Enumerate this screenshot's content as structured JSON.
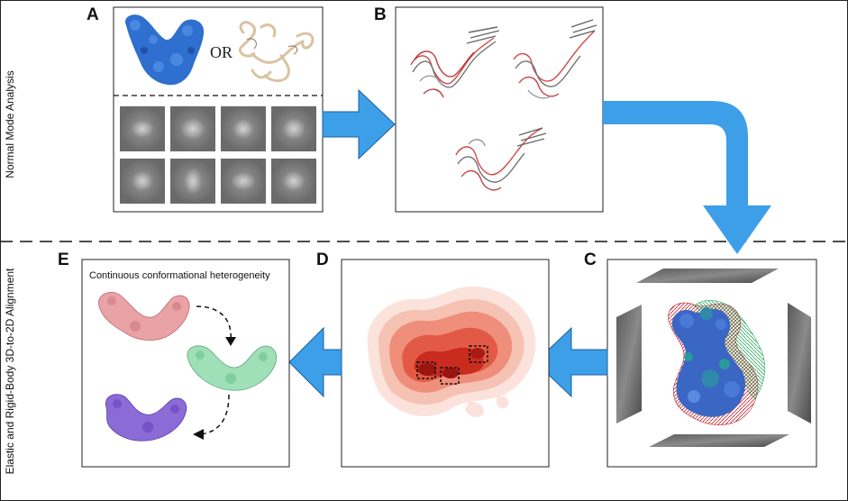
{
  "panels": {
    "a": {
      "letter": "A",
      "or_text": "OR"
    },
    "b": {
      "letter": "B"
    },
    "c": {
      "letter": "C"
    },
    "d": {
      "letter": "D"
    },
    "e": {
      "letter": "E",
      "caption": "Continuous conformational heterogeneity"
    }
  },
  "sections": {
    "top_label": "Normal Mode  Analysis",
    "bottom_label": "Elastic and Rigid-Body 3D-to-2D Alignment"
  },
  "colors": {
    "arrow": "#3d9fe8",
    "surface_blue": "#2f6fd0",
    "ribbon_tan": "#d9c3a0",
    "pca_red": "#d9261c",
    "conf_pink": "#e9a3a6",
    "conf_green": "#9fe0b8",
    "conf_purple": "#8b6bd6"
  }
}
